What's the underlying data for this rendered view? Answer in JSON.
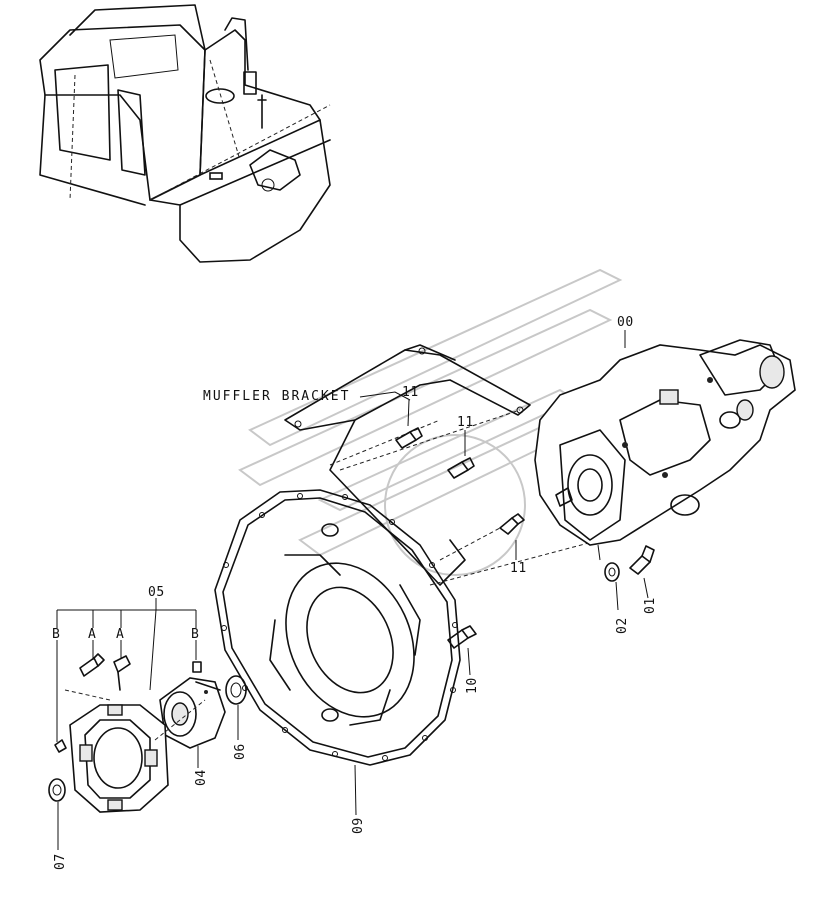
{
  "labels": {
    "muffler_bracket": "MUFFLER BRACKET",
    "p00": "00",
    "p01": "01",
    "p02": "02",
    "p04": "04",
    "p05": "05",
    "p06": "06",
    "p07": "07",
    "p09": "09",
    "p10": "10",
    "p11a": "11",
    "p11b": "11",
    "p11c": "11",
    "ref_b1": "B",
    "ref_a1": "A",
    "ref_a2": "A",
    "ref_b2": "B"
  }
}
